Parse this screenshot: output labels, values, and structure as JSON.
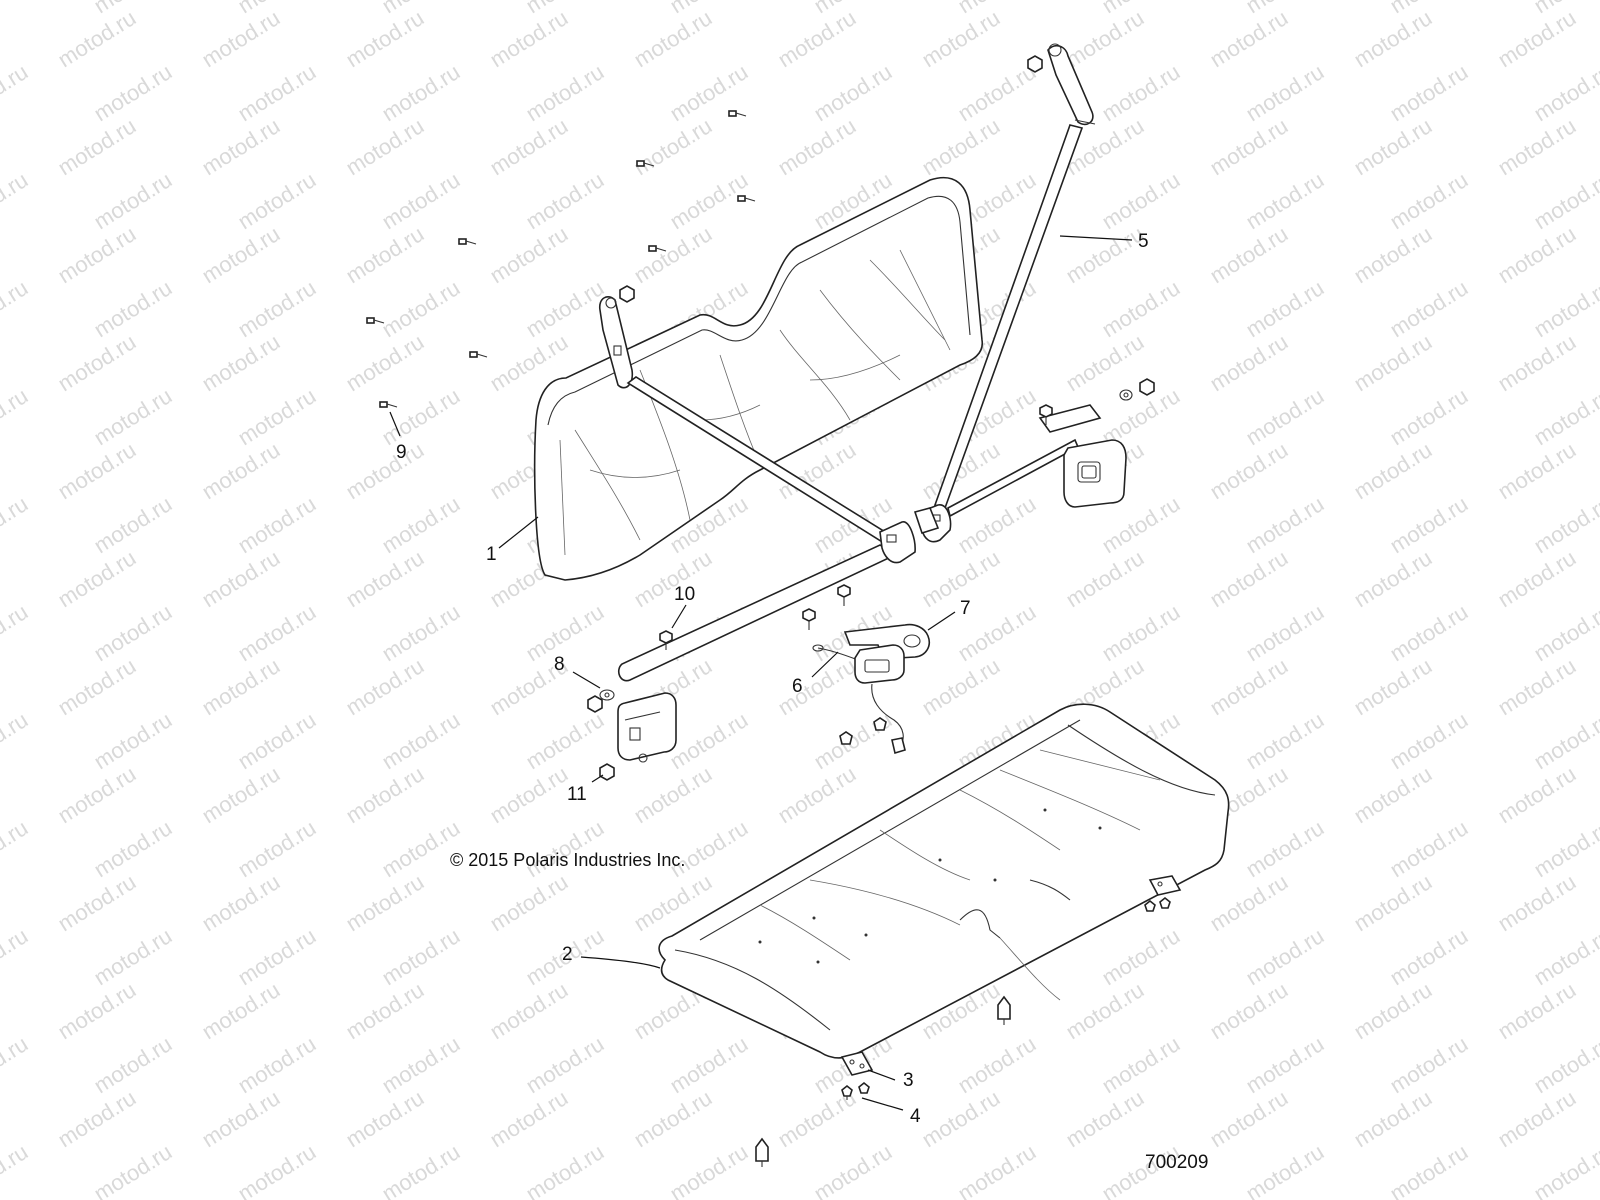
{
  "watermark": {
    "text": "motod.ru"
  },
  "callouts": [
    {
      "id": "1",
      "label": "1"
    },
    {
      "id": "2",
      "label": "2"
    },
    {
      "id": "3",
      "label": "3"
    },
    {
      "id": "4",
      "label": "4"
    },
    {
      "id": "5",
      "label": "5"
    },
    {
      "id": "6",
      "label": "6"
    },
    {
      "id": "7",
      "label": "7"
    },
    {
      "id": "8",
      "label": "8"
    },
    {
      "id": "9",
      "label": "9"
    },
    {
      "id": "10",
      "label": "10"
    },
    {
      "id": "11",
      "label": "11"
    }
  ],
  "copyright": "© 2015 Polaris Industries Inc.",
  "drawing_number": "700209"
}
